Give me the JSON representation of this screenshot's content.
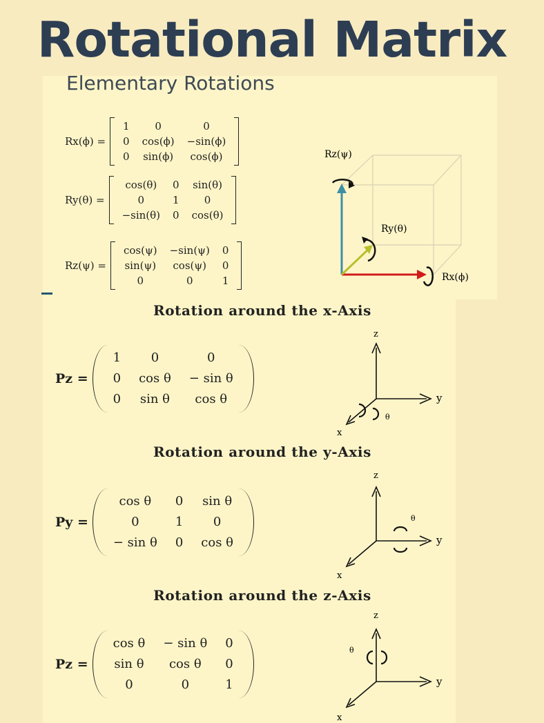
{
  "title": "Rotational Matrix",
  "subtitle": "Elementary Rotations",
  "elementary": [
    {
      "lhs": "Rx(ϕ) =",
      "rows": [
        [
          "1",
          "0",
          "0"
        ],
        [
          "0",
          "cos(ϕ)",
          "−sin(ϕ)"
        ],
        [
          "0",
          "sin(ϕ)",
          "cos(ϕ)"
        ]
      ]
    },
    {
      "lhs": "Ry(θ) =",
      "rows": [
        [
          "cos(θ)",
          "0",
          "sin(θ)"
        ],
        [
          "0",
          "1",
          "0"
        ],
        [
          "−sin(θ)",
          "0",
          "cos(θ)"
        ]
      ]
    },
    {
      "lhs": "Rz(ψ) =",
      "rows": [
        [
          "cos(ψ)",
          "−sin(ψ)",
          "0"
        ],
        [
          "sin(ψ)",
          "cos(ψ)",
          "0"
        ],
        [
          "0",
          "0",
          "1"
        ]
      ]
    }
  ],
  "cube_labels": {
    "rz": "Rz(ψ)",
    "ry": "Ry(θ)",
    "rx": "Rx(ϕ)"
  },
  "sections": [
    {
      "heading": "Rotation around the x-Axis",
      "lhs": "Pz =",
      "rows": [
        [
          "1",
          "0",
          "0"
        ],
        [
          "0",
          "cos θ",
          "− sin θ"
        ],
        [
          "0",
          "sin θ",
          "cos θ"
        ]
      ]
    },
    {
      "heading": "Rotation around the y-Axis",
      "lhs": "Py =",
      "rows": [
        [
          "cos θ",
          "0",
          "sin θ"
        ],
        [
          "0",
          "1",
          "0"
        ],
        [
          "− sin θ",
          "0",
          "cos θ"
        ]
      ]
    },
    {
      "heading": "Rotation around the z-Axis",
      "lhs": "Pz =",
      "rows": [
        [
          "cos θ",
          "− sin θ",
          "0"
        ],
        [
          "sin θ",
          "cos θ",
          "0"
        ],
        [
          "0",
          "0",
          "1"
        ]
      ]
    }
  ],
  "axis_labels": {
    "z": "z",
    "y": "y",
    "x": "x",
    "angle": "θ"
  },
  "colors": {
    "background": "#f8ebc0",
    "panel": "#fdf5c8",
    "title": "#2d3e53",
    "z_axis": "#3d8fa4",
    "x_axis": "#d11b1b",
    "y_axis": "#b7bf2c"
  }
}
